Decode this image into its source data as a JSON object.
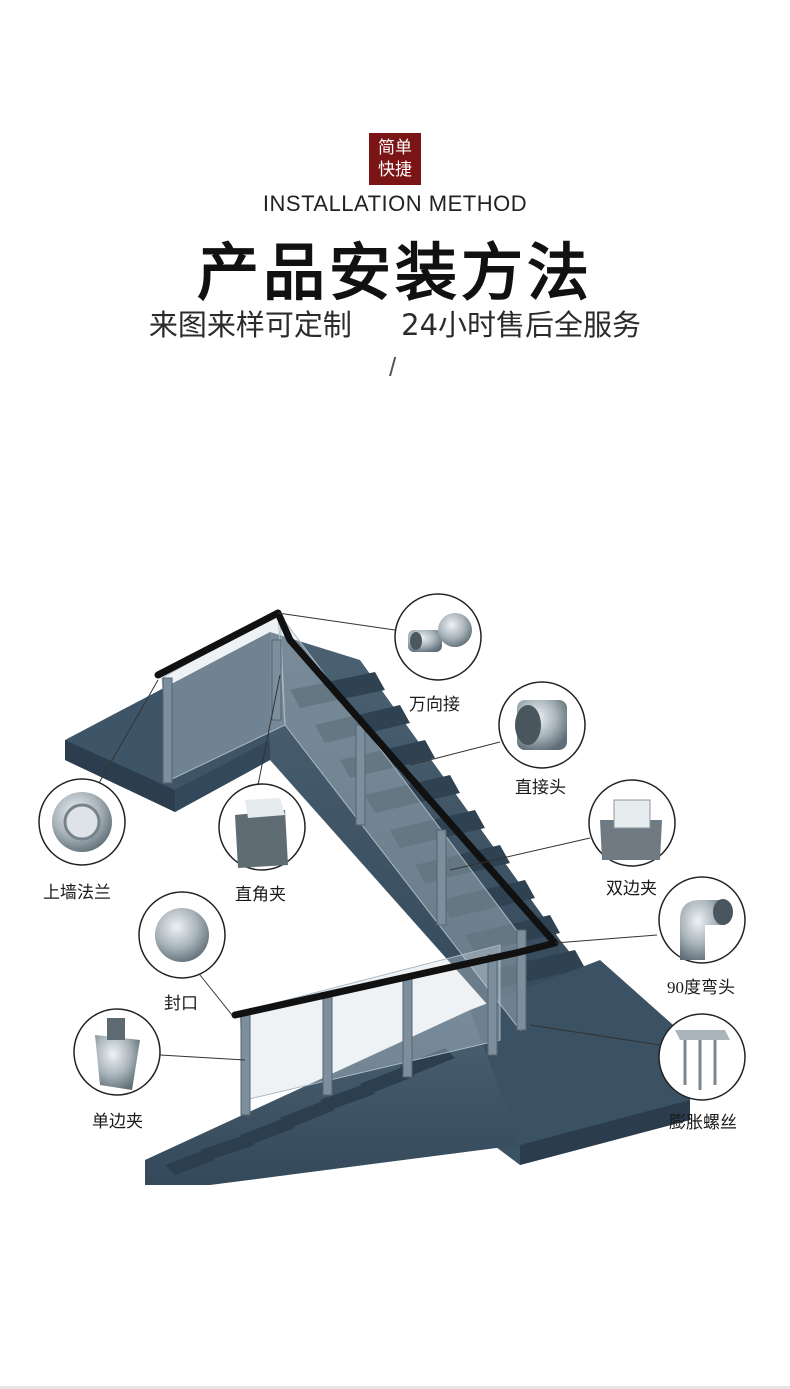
{
  "header": {
    "badge_line1": "简单",
    "badge_line2": "快捷",
    "subtitle_en": "INSTALLATION METHOD",
    "title": "产品安装方法",
    "tagline_left": "来图来样可定制",
    "tagline_right": "24小时售后全服务",
    "divider": "/"
  },
  "parts": {
    "universal_joint": "万向接",
    "straight_joint": "直接头",
    "double_clamp": "双边夹",
    "elbow_90": "90度弯头",
    "expansion_bolt": "膨胀螺丝",
    "wall_flange": "上墙法兰",
    "right_angle_clamp": "直角夹",
    "end_cap": "封口",
    "single_clamp": "单边夹"
  },
  "colors": {
    "badge": "#7b1414",
    "stair": "#3d5466",
    "stair_dark": "#2b3d4c",
    "rail": "#111111",
    "metal": "#b8c2c8"
  }
}
